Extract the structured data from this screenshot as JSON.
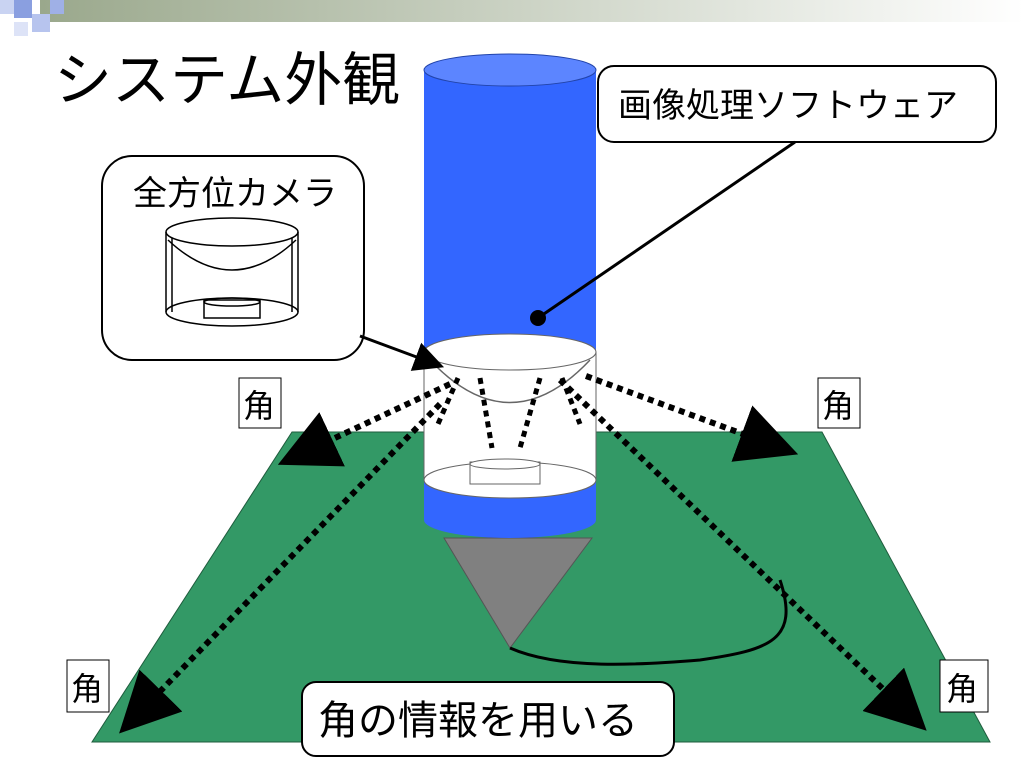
{
  "slide": {
    "title": "システム外観",
    "labels": {
      "camera": "全方位カメラ",
      "software": "画像処理ソフトウェア",
      "corner": "角",
      "bottom_caption": "角の情報を用いる"
    },
    "colors": {
      "background": "#ffffff",
      "cylinder": "#3366ff",
      "board": "#339966",
      "pen": "#808080",
      "arrow": "#000000",
      "header_band_start": "#9aa88c",
      "header_band_end": "#ffffff",
      "decor_square": "#8a9fe0"
    }
  }
}
